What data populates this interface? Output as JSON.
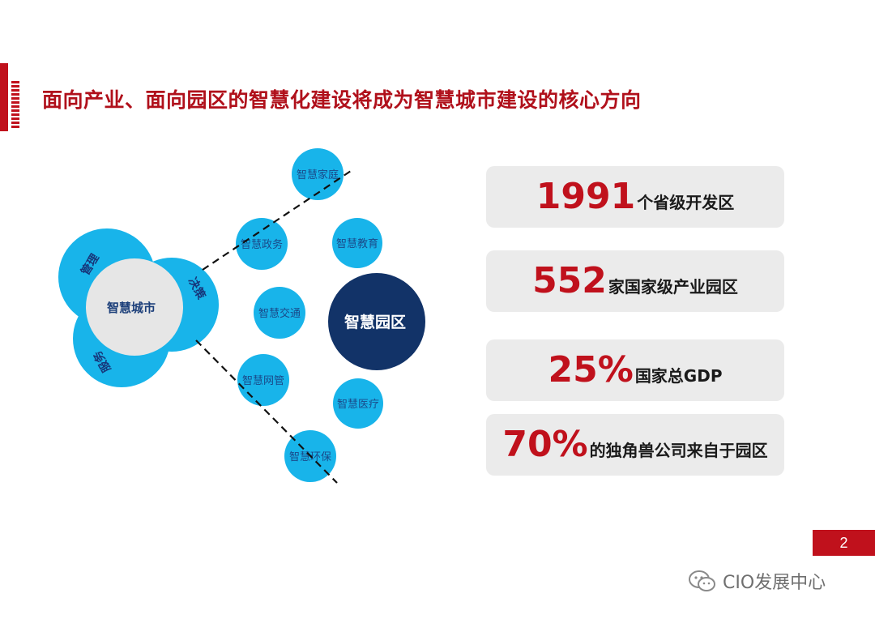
{
  "title": "面向产业、面向园区的智慧化建设将成为智慧城市建设的核心方向",
  "diagram": {
    "center": "智慧城市",
    "ring_labels": [
      "管理",
      "决策",
      "服务"
    ],
    "nodes": [
      "智慧家庭",
      "智慧政务",
      "智慧教育",
      "智慧交通",
      "智慧网管",
      "智慧医疗",
      "智慧环保"
    ],
    "highlight": "智慧园区"
  },
  "stats": [
    {
      "number": "1991",
      "label": "个省级开发区"
    },
    {
      "number": "552",
      "label": "家国家级产业园区"
    },
    {
      "number": "25%",
      "label": "国家总GDP"
    },
    {
      "number": "70%",
      "label": "的独角兽公司来自于园区"
    }
  ],
  "page_number": "2",
  "watermark": "CIO发展中心",
  "colors": {
    "accent": "#c0111c",
    "title": "#b0101b",
    "bubble": "#18b4ea",
    "dark": "#123368",
    "card": "#ebebeb"
  }
}
